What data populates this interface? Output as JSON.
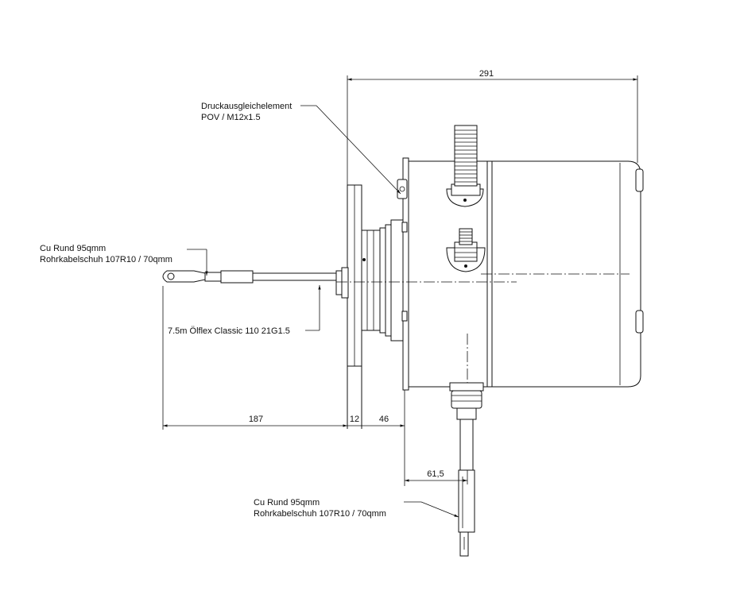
{
  "dimensions": {
    "overall": "291",
    "cable_length": "187",
    "flange": "12",
    "offset": "46",
    "bottom_offset": "61,5"
  },
  "labels": {
    "pressure_element_line1": "Druckausgleichelement",
    "pressure_element_line2": "POV / M12x1.5",
    "left_cable_line1": "Cu Rund 95qmm",
    "left_cable_line2": "Rohrkabelschuh 107R10 / 70qmm",
    "cable_spec": "7.5m Ölflex Classic 110 21G1.5",
    "bottom_cable_line1": "Cu Rund 95qmm",
    "bottom_cable_line2": "Rohrkabelschuh 107R10 / 70qmm"
  }
}
